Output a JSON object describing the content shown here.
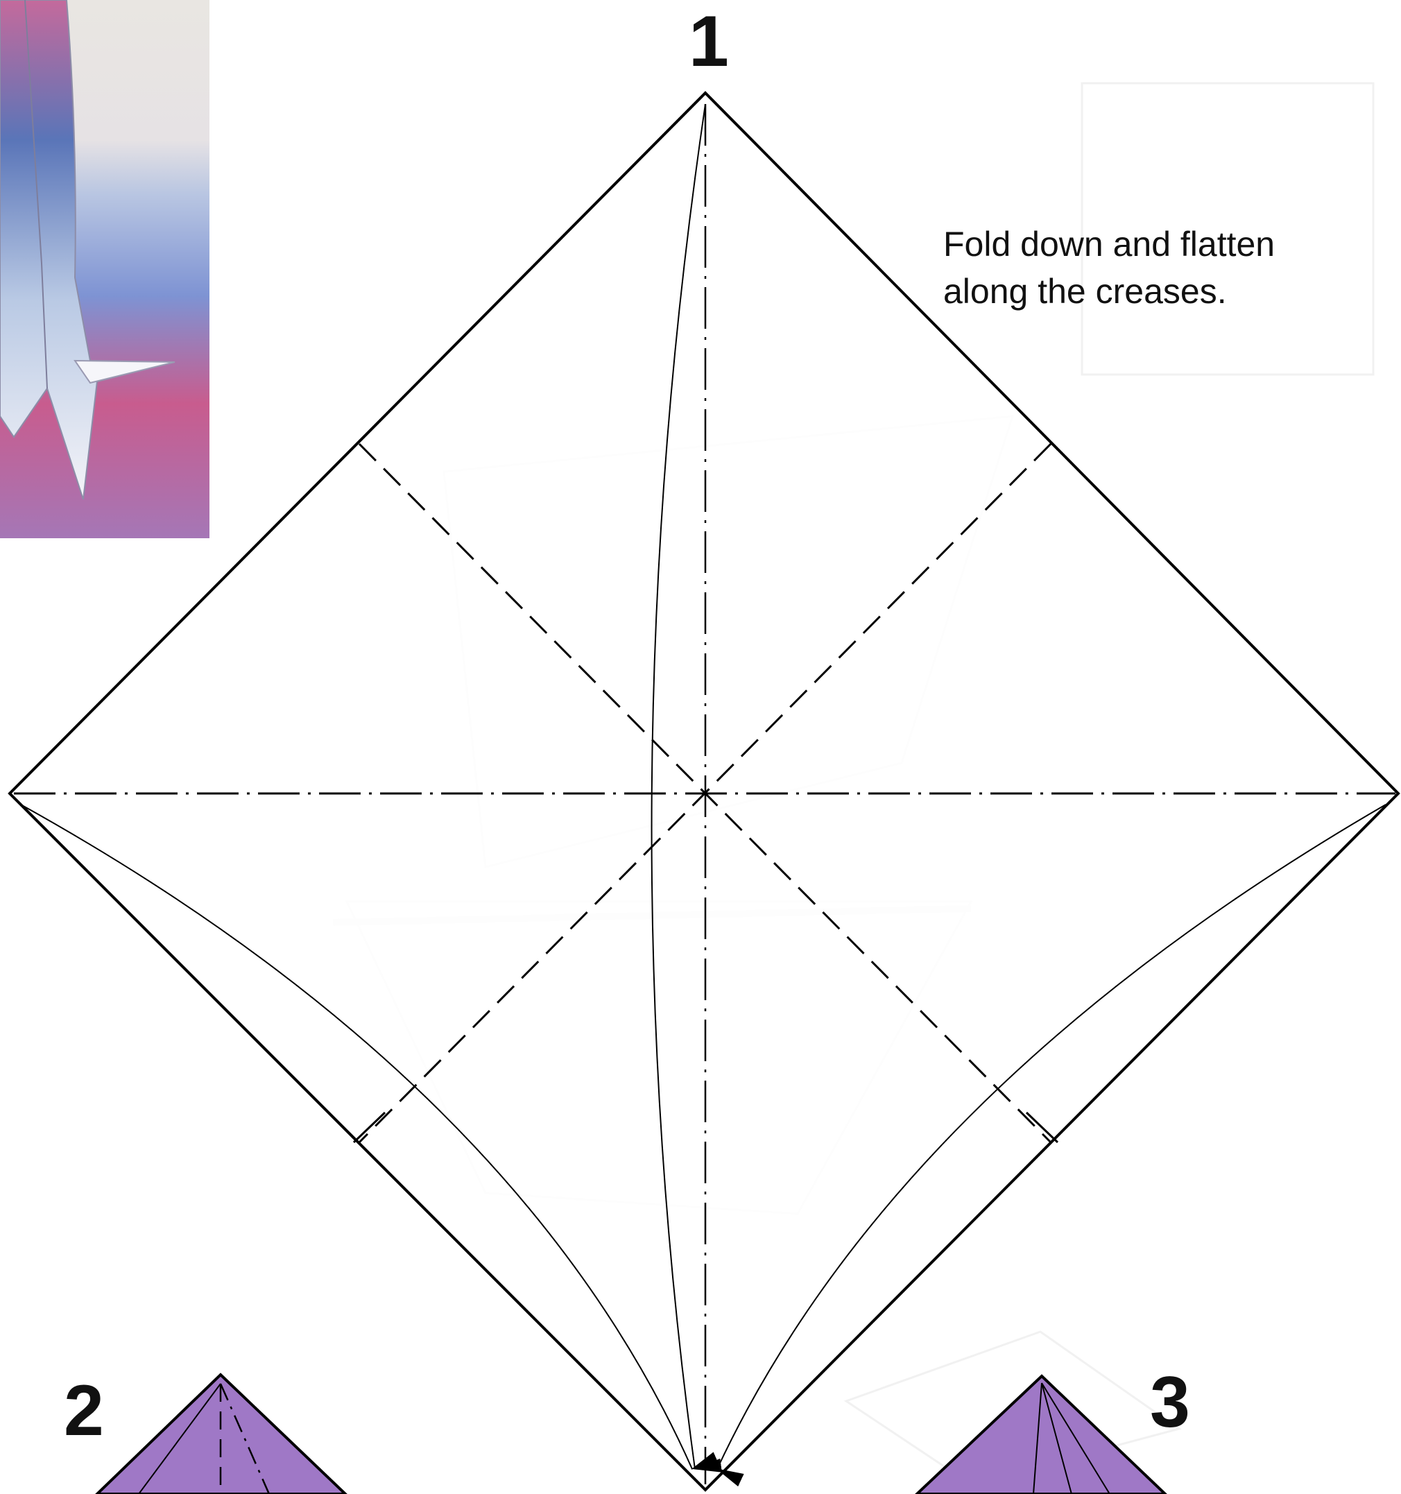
{
  "steps": {
    "step1": "1",
    "step2": "2",
    "step3": "3"
  },
  "instruction": {
    "line1": "Fold down and flatten",
    "line2": "along the creases."
  },
  "colors": {
    "paper_purple": "#9f78c6",
    "paper_purple_dark": "#7d5aa8",
    "photo_pink": "#d84c82",
    "photo_blue": "#6f8fd2",
    "ghost_bleed": "#ececec",
    "line": "#000000"
  }
}
